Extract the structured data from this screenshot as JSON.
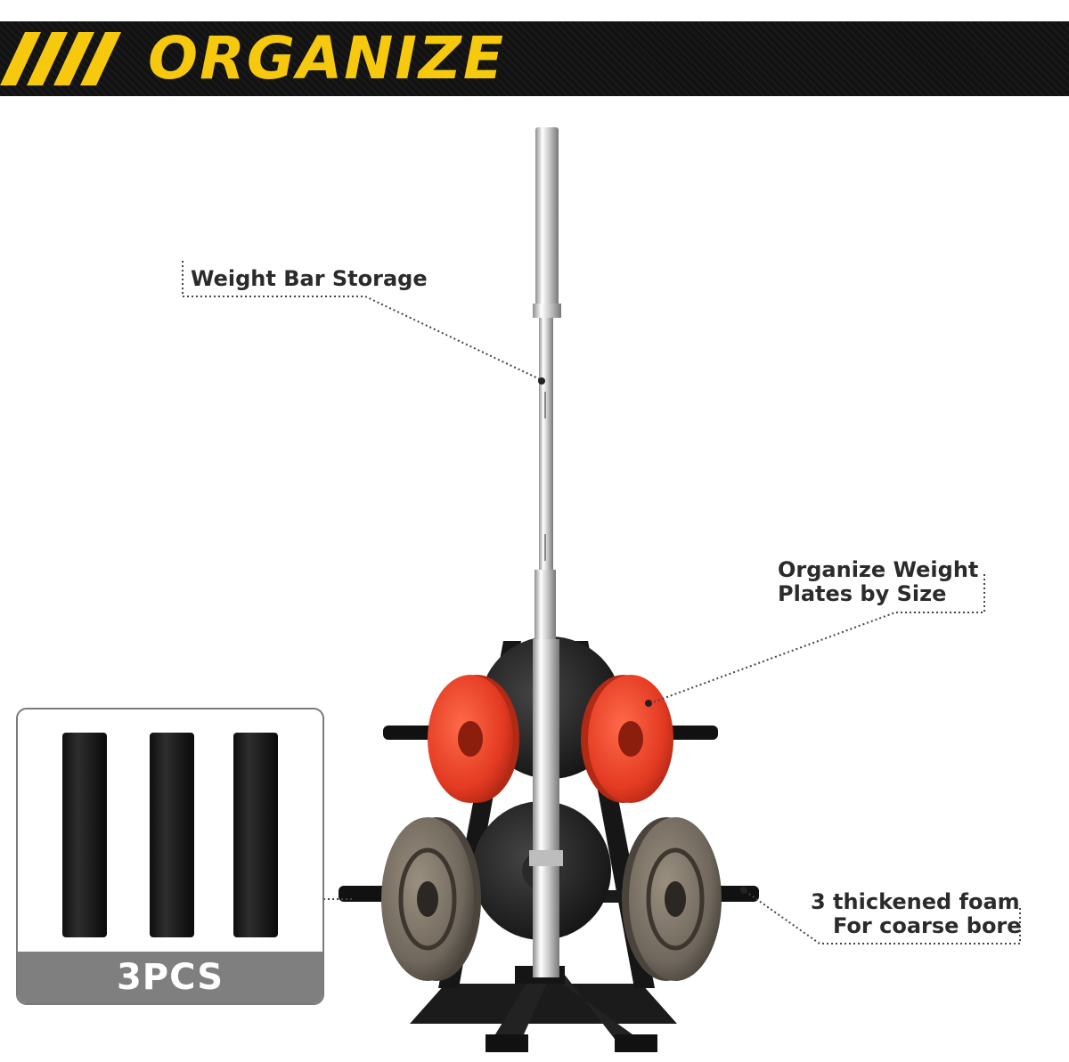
{
  "banner": {
    "title": "ORGANIZE"
  },
  "callouts": {
    "bar_storage": "Weight Bar Storage",
    "plates_line1": "Organize Weight",
    "plates_line2": "Plates by Size",
    "foam_line1": "3 thickened foam",
    "foam_line2": "For coarse bore"
  },
  "inset": {
    "label": "3PCS"
  },
  "colors": {
    "accent": "#f6c90e",
    "banner_bg": "#121212",
    "plate_red": "#e8412a",
    "inset_bar": "#7f7f7f"
  }
}
